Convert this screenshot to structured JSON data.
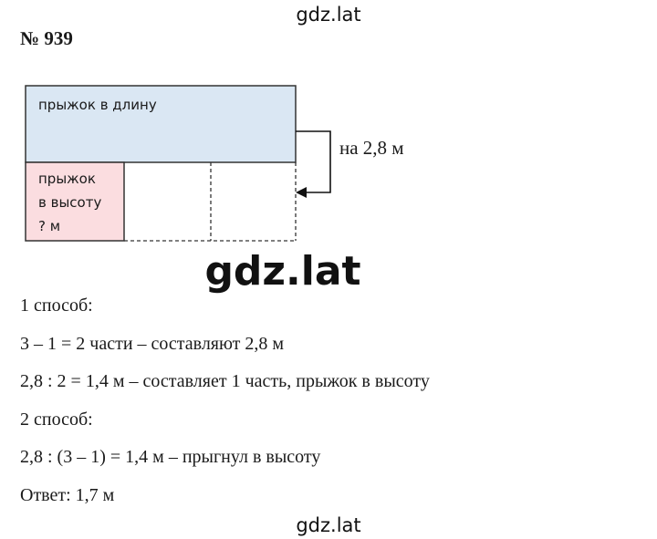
{
  "watermark": "gdz.lat",
  "problem": {
    "number": "№ 939"
  },
  "diagram": {
    "long_jump_label": "прыжок в длину",
    "high_jump_label_lines": [
      "прыжок",
      "в высоту",
      "? м"
    ],
    "difference_label": "на 2,8 м",
    "colors": {
      "long_jump_fill": "#dae7f3",
      "high_jump_fill": "#fbdde0",
      "border": "#333333"
    }
  },
  "solution": {
    "lines": [
      "1 способ:",
      "3 – 1 = 2 части – составляют 2,8 м",
      "2,8 : 2 = 1,4 м – составляет 1 часть, прыжок в высоту",
      "2 способ:",
      "2,8 : (3 – 1) = 1,4 м – прыгнул в высоту",
      "Ответ: 1,7 м"
    ]
  }
}
